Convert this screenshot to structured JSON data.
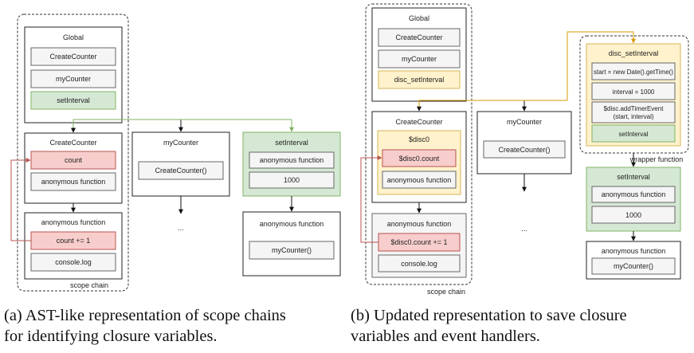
{
  "panel_a": {
    "global": {
      "title": "Global",
      "items": [
        "CreateCounter",
        "myCounter",
        "setInterval"
      ]
    },
    "create_counter": {
      "title": "CreateCounter",
      "items": [
        "count",
        "anonymous function"
      ]
    },
    "anon_fn": {
      "title": "anonymous function",
      "items": [
        "count += 1",
        "console.log"
      ]
    },
    "my_counter": {
      "title": "myCounter",
      "items": [
        "CreateCounter()"
      ]
    },
    "set_interval": {
      "title": "setInterval",
      "items": [
        "anonymous function",
        "1000"
      ]
    },
    "set_interval_anon": {
      "title": "anonymous function",
      "items": [
        "myCounter()"
      ]
    },
    "ellipsis": "...",
    "scope_label": "scope chain",
    "caption_line1": "(a)  AST-like representation of scope chains",
    "caption_line2": "for identifying closure variables."
  },
  "panel_b": {
    "global": {
      "title": "Global",
      "items": [
        "CreateCounter",
        "myCounter",
        "disc_setInterval"
      ]
    },
    "create_counter": {
      "title": "CreateCounter",
      "disc_title": "$disc0",
      "items": [
        "$disc0.count",
        "anonymous function"
      ]
    },
    "anon_fn": {
      "title": "anonymous function",
      "items": [
        "$disc0.count += 1",
        "console.log"
      ]
    },
    "my_counter": {
      "title": "myCounter",
      "items": [
        "CreateCounter()"
      ]
    },
    "disc_set_interval": {
      "title": "disc_setInterval",
      "items": [
        "start = new Date().getTime()",
        "interval = 1000",
        "$disc.addTimerEvent",
        "(start, interval)",
        "setInterval"
      ]
    },
    "wrapper_label": "wrapper function",
    "set_interval": {
      "title": "setInterval",
      "items": [
        "anonymous function",
        "1000"
      ]
    },
    "set_interval_anon": {
      "title": "anonymous function",
      "items": [
        "myCounter()"
      ]
    },
    "ellipsis": "...",
    "scope_label": "scope chain",
    "caption_line1": "(b)  Updated representation to save closure",
    "caption_line2": "variables and event handlers."
  },
  "colors": {
    "red_fill": "#f8cecc",
    "red_stroke": "#b85450",
    "green_fill": "#d5e8d4",
    "green_stroke": "#82b366",
    "yellow_fill": "#fff2cc",
    "yellow_stroke": "#d6b656",
    "gray_fill": "#f5f5f5",
    "gray_stroke": "#666666",
    "orange_arrow": "#d79b00"
  }
}
